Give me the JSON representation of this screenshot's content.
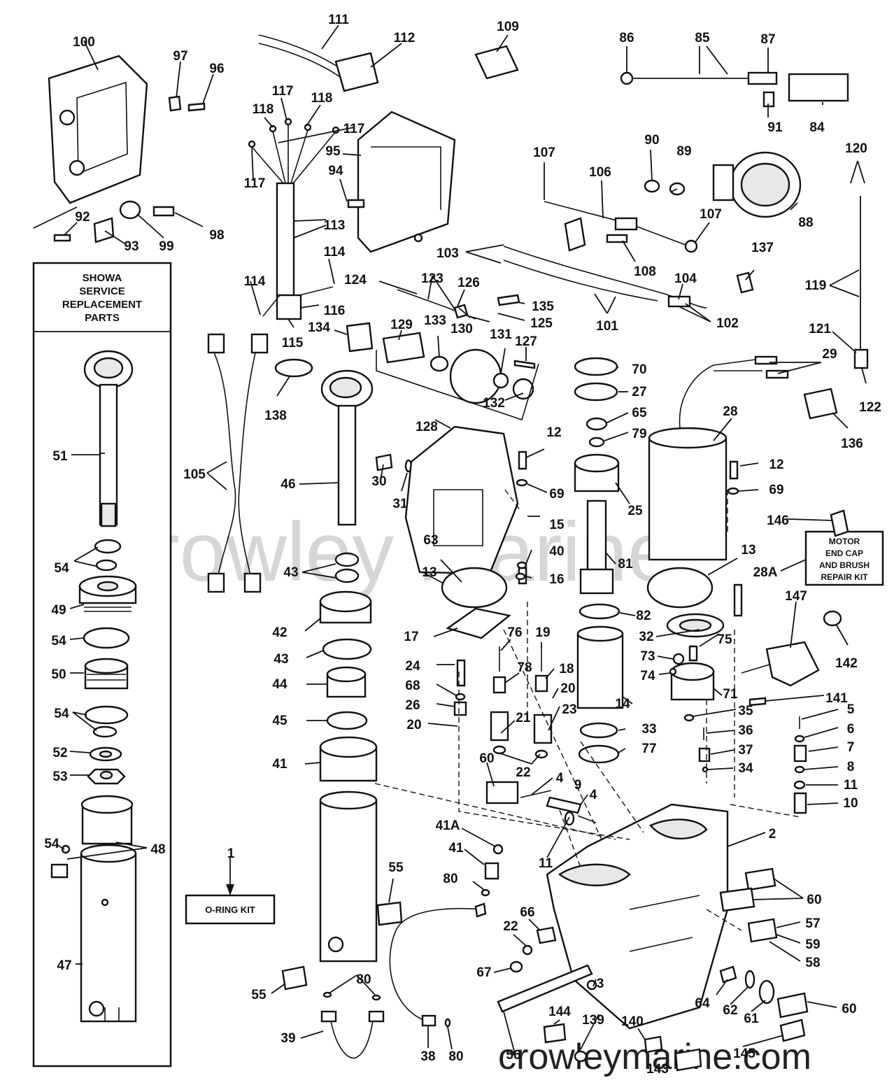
{
  "watermark": "Crowley Marine",
  "footer_url": "crowleymarine.com",
  "kit_box": {
    "title_lines": [
      "SHOWA",
      "SERVICE",
      "REPLACEMENT",
      "PARTS"
    ]
  },
  "oring_kit_label": "O-RING KIT",
  "motor_kit_lines": [
    "MOTOR",
    "END CAP",
    "AND BRUSH",
    "REPAIR KIT"
  ],
  "callouts": {
    "c1": "1",
    "c2": "2",
    "c3": "3",
    "c4a": "4",
    "c4b": "4",
    "c5": "5",
    "c6": "6",
    "c7": "7",
    "c8": "8",
    "c9": "9",
    "c10": "10",
    "c11a": "11",
    "c11b": "11",
    "c12a": "12",
    "c12b": "12",
    "c13a": "13",
    "c13b": "13",
    "c14": "14",
    "c15": "15",
    "c16": "16",
    "c17": "17",
    "c18": "18",
    "c19": "19",
    "c20a": "20",
    "c20b": "20",
    "c21": "21",
    "c22a": "22",
    "c22b": "22",
    "c23": "23",
    "c24": "24",
    "c25": "25",
    "c26": "26",
    "c27": "27",
    "c28": "28",
    "c28a": "28A",
    "c29": "29",
    "c30": "30",
    "c31": "31",
    "c32": "32",
    "c33": "33",
    "c34": "34",
    "c35": "35",
    "c36": "36",
    "c37": "37",
    "c38": "38",
    "c39": "39",
    "c40": "40",
    "c41": "41",
    "c41b": "41",
    "c41a": "41A",
    "c42": "42",
    "c43a": "43",
    "c43b": "43",
    "c44": "44",
    "c45": "45",
    "c46": "46",
    "c47": "47",
    "c48": "48",
    "c49": "49",
    "c50": "50",
    "c51": "51",
    "c52": "52",
    "c53": "53",
    "c54a": "54",
    "c54b": "54",
    "c54c": "54",
    "c54d": "54",
    "c55a": "55",
    "c55b": "55",
    "c56": "56",
    "c57": "57",
    "c58": "58",
    "c59": "59",
    "c60a": "60",
    "c60b": "60",
    "c60c": "60",
    "c61": "61",
    "c62": "62",
    "c63": "63",
    "c64": "64",
    "c65": "65",
    "c66": "66",
    "c67": "67",
    "c68": "68",
    "c69a": "69",
    "c69b": "69",
    "c70": "70",
    "c71": "71",
    "c73": "73",
    "c74": "74",
    "c75": "75",
    "c76": "76",
    "c77": "77",
    "c78": "78",
    "c79": "79",
    "c80a": "80",
    "c80b": "80",
    "c80c": "80",
    "c81": "81",
    "c82": "82",
    "c84": "84",
    "c85": "85",
    "c86": "86",
    "c87": "87",
    "c88": "88",
    "c89": "89",
    "c90": "90",
    "c91": "91",
    "c92": "92",
    "c93": "93",
    "c94": "94",
    "c95": "95",
    "c96": "96",
    "c97": "97",
    "c98": "98",
    "c99": "99",
    "c100": "100",
    "c101": "101",
    "c102": "102",
    "c103": "103",
    "c104": "104",
    "c105": "105",
    "c106": "106",
    "c107a": "107",
    "c107b": "107",
    "c108": "108",
    "c109": "109",
    "c111": "111",
    "c112": "112",
    "c113": "113",
    "c114a": "114",
    "c114b": "114",
    "c115": "115",
    "c116": "116",
    "c117a": "117",
    "c117b": "117",
    "c117c": "117",
    "c118a": "118",
    "c118b": "118",
    "c119": "119",
    "c120": "120",
    "c121": "121",
    "c122": "122",
    "c123": "123",
    "c124": "124",
    "c125": "125",
    "c126": "126",
    "c127": "127",
    "c128": "128",
    "c129": "129",
    "c130": "130",
    "c131": "131",
    "c132": "132",
    "c133": "133",
    "c134": "134",
    "c135": "135",
    "c136": "136",
    "c137": "137",
    "c138": "138",
    "c139": "139",
    "c140": "140",
    "c141": "141",
    "c142": "142",
    "c143": "143",
    "c144": "144",
    "c145": "145",
    "c146": "146",
    "c147": "147"
  }
}
